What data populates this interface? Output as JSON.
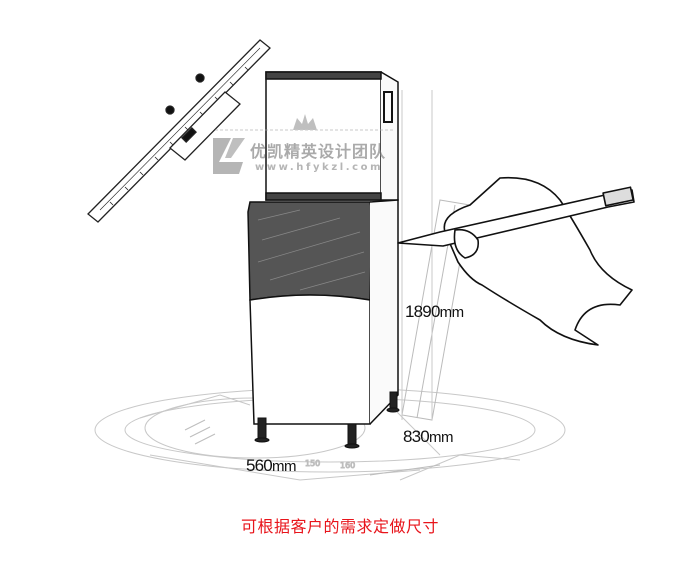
{
  "illustration": {
    "subject": "ice machine with storage bin, dimension sketch",
    "elements": [
      "height-gauge-caliper",
      "ice-maker-head",
      "ice-storage-bin",
      "adjustable-feet",
      "drafting-circles",
      "hand-holding-pencil"
    ]
  },
  "dimensions": {
    "height": {
      "value": "1890",
      "unit": "mm"
    },
    "depth": {
      "value": "830",
      "unit": "mm"
    },
    "width": {
      "value": "560",
      "unit": "mm"
    }
  },
  "watermark": {
    "brand": "优凯精英设计团队",
    "url": "www.hfykzl.com"
  },
  "caption": {
    "text": "可根据客户的需求定做尺寸",
    "color": "#e8141b"
  }
}
